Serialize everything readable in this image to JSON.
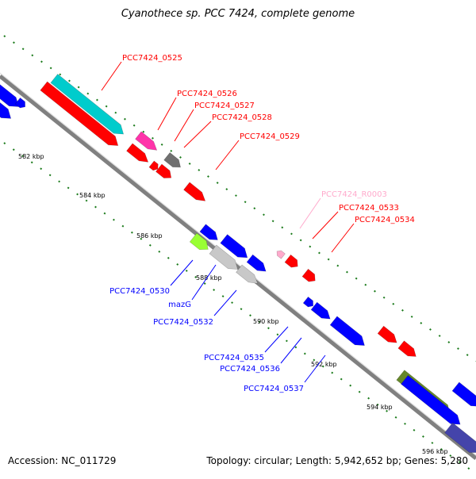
{
  "header": {
    "title": "Cyanothece sp. PCC 7424, complete genome"
  },
  "footer": {
    "accession": "Accession: NC_011729",
    "summary": "Topology: circular; Length: 5,942,652 bp; Genes: 5,280"
  },
  "colors": {
    "backbone": "#808080",
    "tick": "#1a7a1a",
    "red": "#ff0000",
    "blue": "#0000ff",
    "cyan": "#00cccc",
    "magenta": "#ff33aa",
    "gray": "#707070",
    "lightgray": "#c8c8c8",
    "lime": "#99ff33",
    "olive": "#66882a",
    "purple": "#4444aa",
    "pink": "#ffaacc"
  },
  "scale": {
    "kbp_labels": [
      "582 kbp",
      "584 kbp",
      "586 kbp",
      "588 kbp",
      "590 kbp",
      "592 kbp",
      "594 kbp",
      "596 kbp"
    ]
  },
  "genes": {
    "top": [
      {
        "label": "PCC7424_0525",
        "color": "red"
      },
      {
        "label": "PCC7424_0526",
        "color": "red"
      },
      {
        "label": "PCC7424_0527",
        "color": "red"
      },
      {
        "label": "PCC7424_0528",
        "color": "red"
      },
      {
        "label": "PCC7424_0529",
        "color": "red"
      },
      {
        "label": "PCC7424_R0003",
        "color": "pink"
      },
      {
        "label": "PCC7424_0533",
        "color": "red"
      },
      {
        "label": "PCC7424_0534",
        "color": "red"
      }
    ],
    "bottom": [
      {
        "label": "PCC7424_0530",
        "color": "blue"
      },
      {
        "label": "mazG",
        "color": "blue"
      },
      {
        "label": "PCC7424_0532",
        "color": "blue"
      },
      {
        "label": "PCC7424_0535",
        "color": "blue"
      },
      {
        "label": "PCC7424_0536",
        "color": "blue"
      },
      {
        "label": "PCC7424_0537",
        "color": "blue"
      }
    ]
  }
}
